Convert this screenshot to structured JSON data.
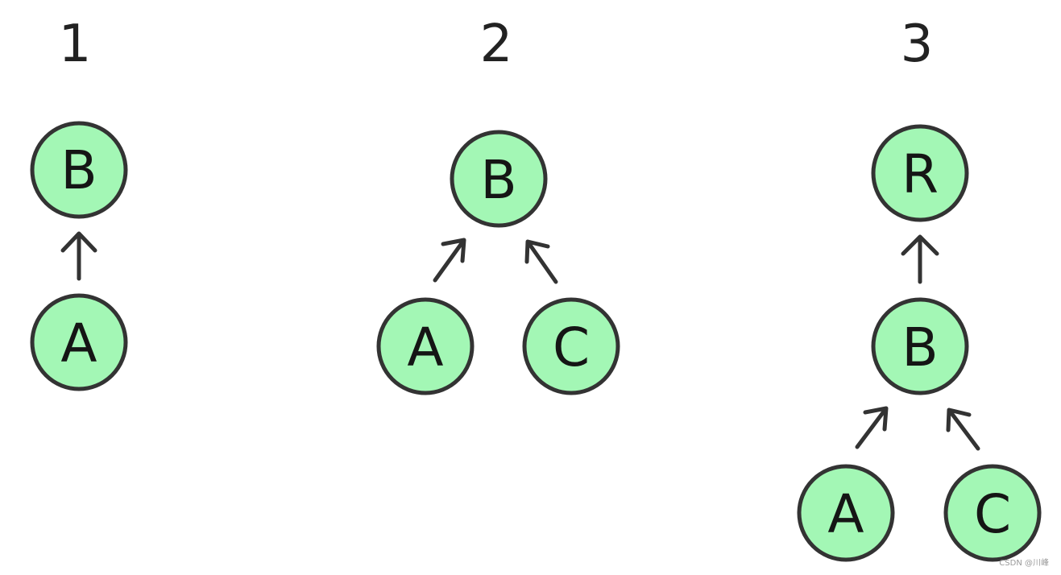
{
  "colors": {
    "node_fill": "#a3f7b5",
    "node_stroke": "#333333",
    "arrow": "#333333",
    "text": "#151515",
    "background": "#ffffff"
  },
  "panels": [
    {
      "number": "1",
      "nodes": {
        "b": "B",
        "a": "A"
      }
    },
    {
      "number": "2",
      "nodes": {
        "b": "B",
        "a": "A",
        "c": "C"
      }
    },
    {
      "number": "3",
      "nodes": {
        "r": "R",
        "b": "B",
        "a": "A",
        "c": "C"
      }
    }
  ],
  "watermark": "CSDN @川峰"
}
